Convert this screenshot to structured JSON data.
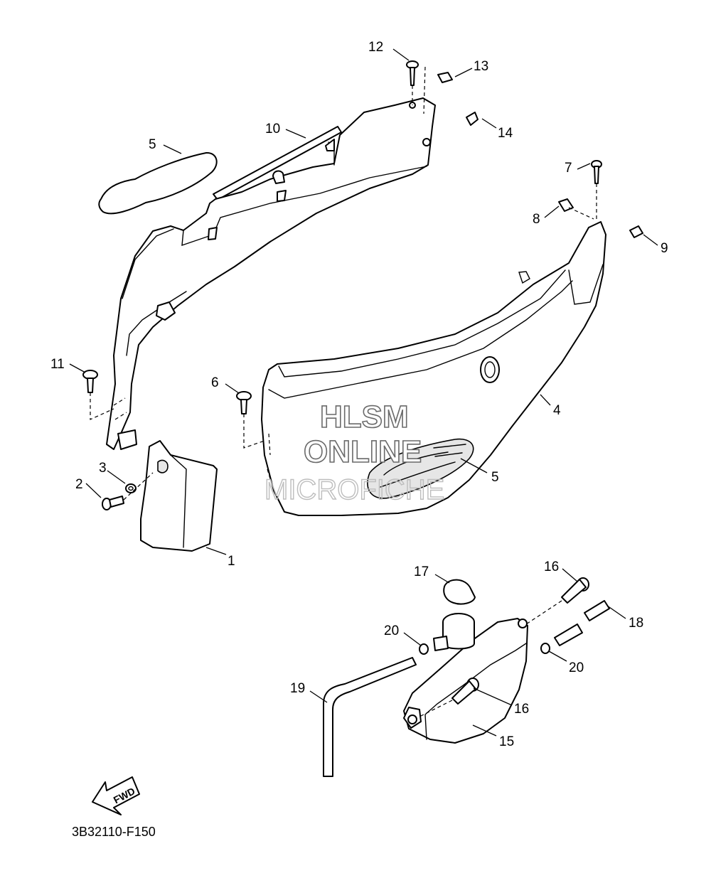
{
  "diagram": {
    "code": "3B32110-F150",
    "fwd_label": "FWD",
    "watermark": {
      "line1": "HLSM",
      "line2": "ONLINE",
      "line3": "MICROFICHE"
    },
    "callouts": {
      "c1": "1",
      "c2": "2",
      "c3": "3",
      "c4": "4",
      "c5a": "5",
      "c5b": "5",
      "c6": "6",
      "c7": "7",
      "c8": "8",
      "c9": "9",
      "c10": "10",
      "c11": "11",
      "c12": "12",
      "c13": "13",
      "c14": "14",
      "c15": "15",
      "c16a": "16",
      "c16b": "16",
      "c17": "17",
      "c18": "18",
      "c19": "19",
      "c20a": "20",
      "c20b": "20"
    }
  }
}
